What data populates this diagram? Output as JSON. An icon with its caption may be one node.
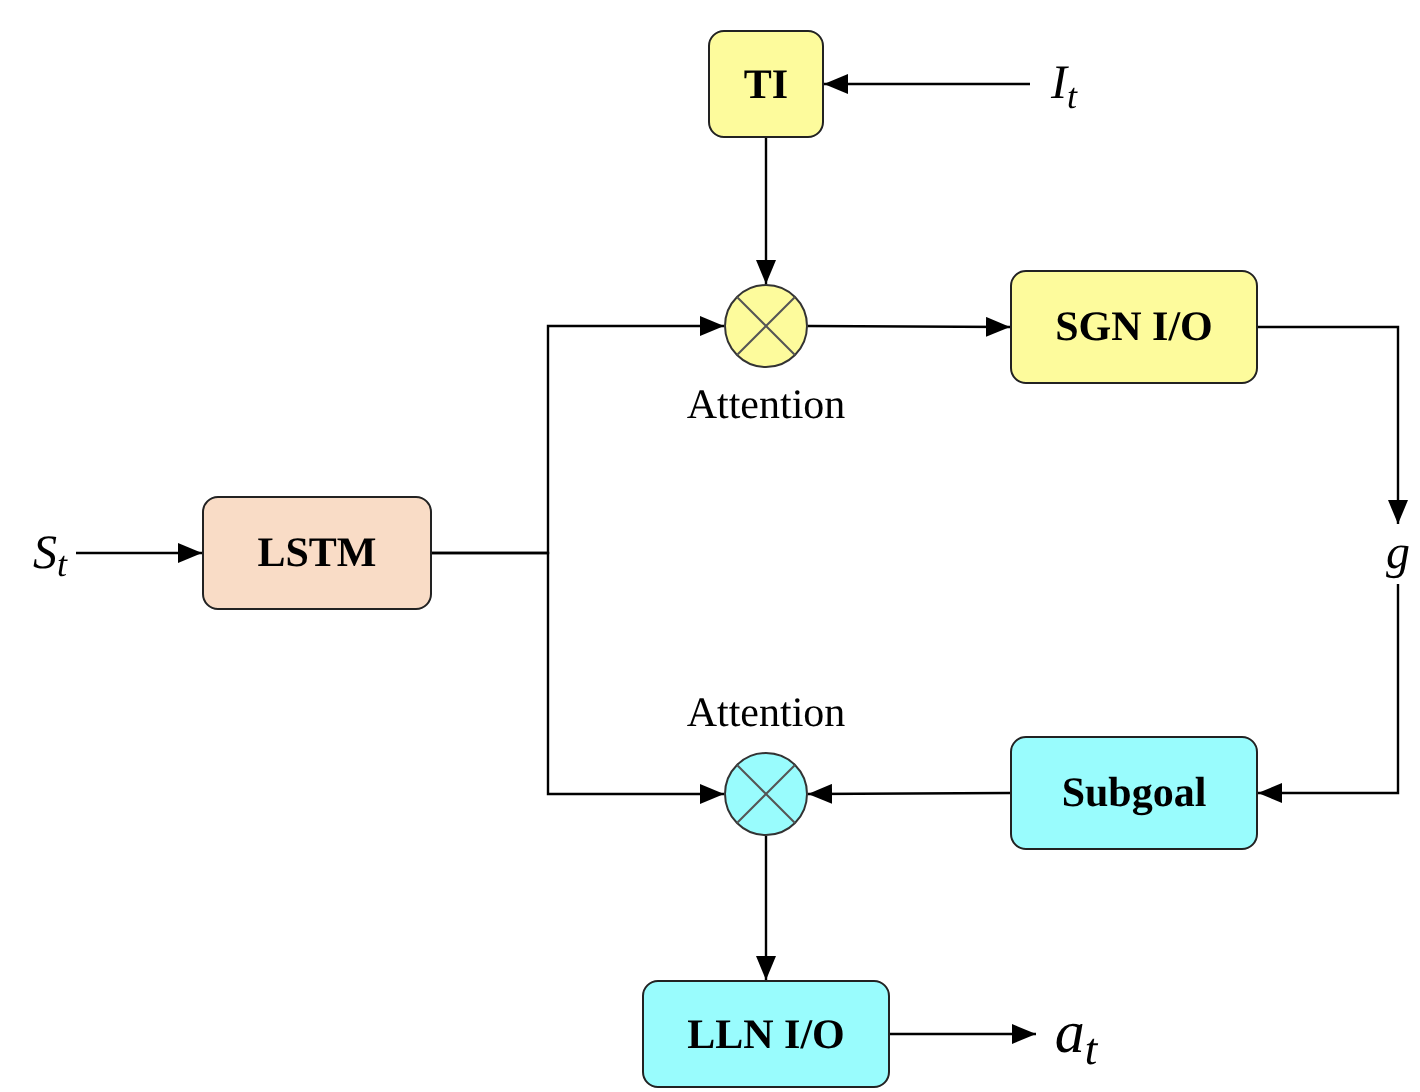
{
  "diagram": {
    "nodes": [
      {
        "text": [
          "TI"
        ]
      },
      {
        "text": [
          "I$_{t}$"
        ]
      },
      {
        "text": [],
        "shape": "circle",
        "beside": [
          "Attention"
        ]
      },
      {
        "text": [
          "SGN I/O"
        ]
      },
      {
        "text": [
          "g"
        ]
      },
      {
        "text": [
          "S$_{t}$"
        ]
      },
      {
        "text": [
          "LSTM"
        ]
      },
      {
        "text": [],
        "shape": "circle",
        "beside": [
          "Attention"
        ]
      },
      {
        "text": [
          "Subgoal"
        ]
      },
      {
        "text": [
          "LLN I/O"
        ]
      },
      {
        "text": [
          "a$_{t}$"
        ]
      }
    ],
    "edges": [
      {
        "from": 1,
        "to": 0,
        "arrow": "to"
      },
      {
        "from": 0,
        "to": 2,
        "arrow": "to"
      },
      {
        "from": 6,
        "to": 2,
        "arrow": "to"
      },
      {
        "from": 6,
        "to": 7,
        "arrow": "to"
      },
      {
        "from": 2,
        "to": 3,
        "arrow": "to"
      },
      {
        "from": 3,
        "to": 4,
        "arrow": "to"
      },
      {
        "from": 4,
        "to": 8,
        "arrow": "to"
      },
      {
        "from": 8,
        "to": 7,
        "arrow": "to"
      },
      {
        "from": 7,
        "to": 9,
        "arrow": "to"
      },
      {
        "from": 9,
        "to": 10,
        "arrow": "to"
      },
      {
        "from": 5,
        "to": 6,
        "arrow": "to"
      }
    ]
  }
}
